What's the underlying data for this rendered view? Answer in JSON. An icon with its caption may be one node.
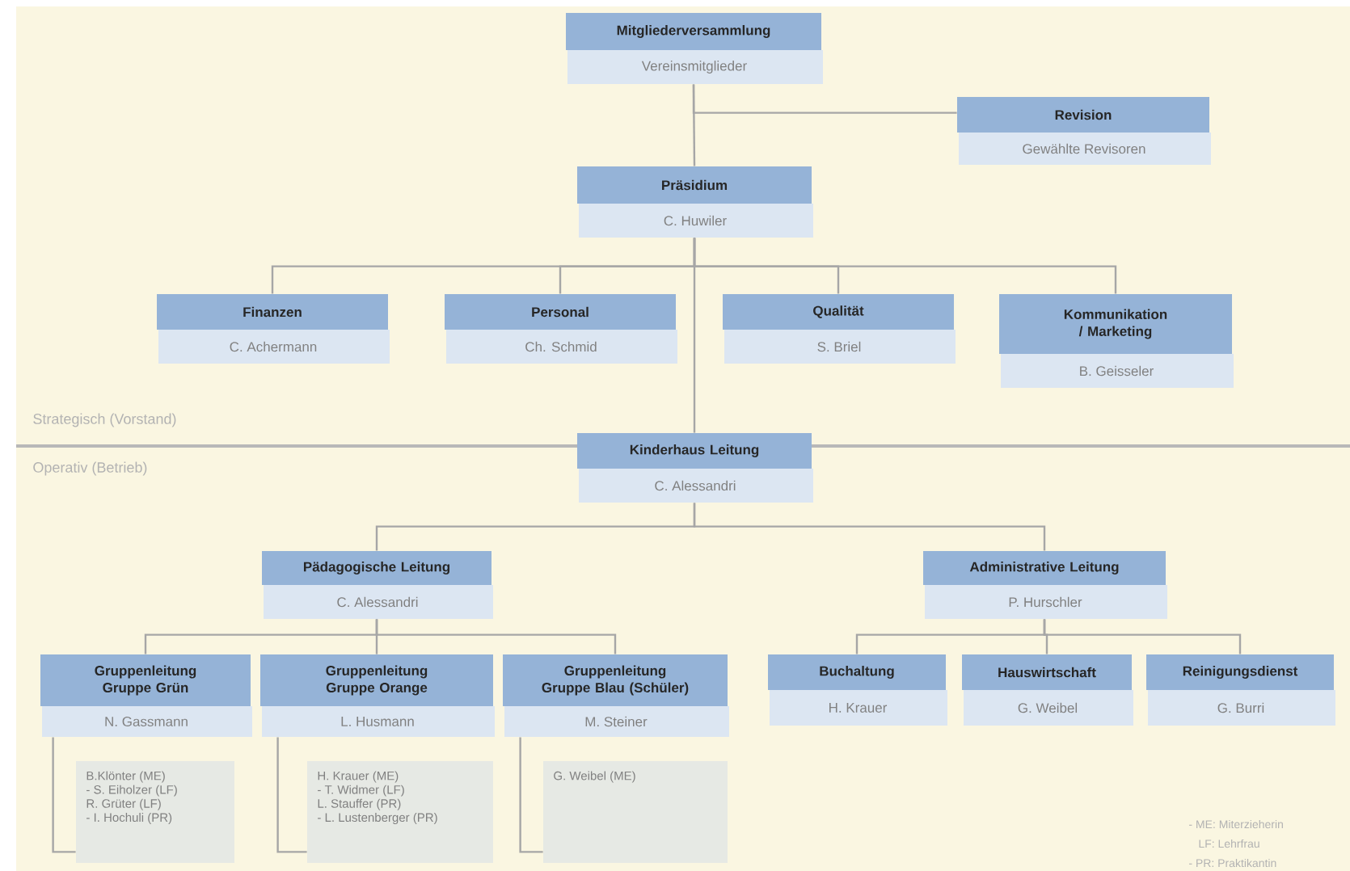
{
  "diagram": {
    "nodes": [
      {
        "text": [
          "Mitgliederversammlung",
          "Vereinsmitglieder"
        ]
      },
      {
        "text": [
          "Revision",
          "Gewählte Revisoren"
        ]
      },
      {
        "text": [
          "Präsidium",
          "C. Huwiler"
        ]
      },
      {
        "text": [
          "Finanzen",
          "C. Achermann"
        ]
      },
      {
        "text": [
          "Personal",
          "Ch. Schmid"
        ]
      },
      {
        "text": [
          "Qualität",
          "S. Briel"
        ]
      },
      {
        "text": [
          "Kommunikation / Marketing",
          "B. Geisseler"
        ]
      },
      {
        "text": [
          "Kinderhaus Leitung",
          "C. Alessandri"
        ]
      },
      {
        "text": [
          "Pädagogische Leitung",
          "C. Alessandri"
        ]
      },
      {
        "text": [
          "Administrative Leitung",
          "P. Hurschler"
        ]
      },
      {
        "text": [
          "Gruppenleitung",
          "Gruppe Grün",
          "N. Gassmann"
        ]
      },
      {
        "text": [
          "Gruppenleitung",
          "Gruppe Orange",
          "L. Husmann"
        ]
      },
      {
        "text": [
          "Gruppenleitung",
          "Gruppe Blau (Schüler)",
          "M. Steiner"
        ]
      },
      {
        "text": [
          "Buchaltung",
          "H. Krauer"
        ]
      },
      {
        "text": [
          "Hauswirtschaft",
          "G. Weibel"
        ]
      },
      {
        "text": [
          "Reinigungsdienst",
          "G. Burri"
        ]
      },
      {
        "text": [
          "B.Klönter (ME)",
          "- S. Eiholzer (LF)",
          "R. Grüter (LF)",
          "- I. Hochuli (PR)"
        ]
      },
      {
        "text": [
          "H. Krauer (ME)",
          "- T. Widmer (LF)",
          "L. Stauffer (PR)",
          "- L. Lustenberger (PR)"
        ]
      },
      {
        "text": [
          "G. Weibel (ME)"
        ]
      }
    ],
    "edges": [
      {
        "from": 0,
        "to": 2,
        "arrow": "none"
      },
      {
        "from": 0,
        "to": 1,
        "arrow": "none"
      },
      {
        "from": 2,
        "to": 3,
        "arrow": "none"
      },
      {
        "from": 2,
        "to": 4,
        "arrow": "none"
      },
      {
        "from": 2,
        "to": 5,
        "arrow": "none"
      },
      {
        "from": 2,
        "to": 6,
        "arrow": "none"
      },
      {
        "from": 2,
        "to": 7,
        "arrow": "none"
      },
      {
        "from": 7,
        "to": 8,
        "arrow": "none"
      },
      {
        "from": 7,
        "to": 9,
        "arrow": "none"
      },
      {
        "from": 8,
        "to": 10,
        "arrow": "none"
      },
      {
        "from": 8,
        "to": 11,
        "arrow": "none"
      },
      {
        "from": 8,
        "to": 12,
        "arrow": "none"
      },
      {
        "from": 9,
        "to": 13,
        "arrow": "none"
      },
      {
        "from": 9,
        "to": 14,
        "arrow": "none"
      },
      {
        "from": 9,
        "to": 15,
        "arrow": "none"
      },
      {
        "from": 10,
        "to": 16,
        "arrow": "none"
      },
      {
        "from": 11,
        "to": 17,
        "arrow": "none"
      },
      {
        "from": 12,
        "to": 18,
        "arrow": "none"
      }
    ],
    "labels": [
      "Strategisch (Vorstand)",
      "Operativ (Betrieb)",
      "- ME: Miterzieherin",
      "LF: Lehrfrau",
      "- PR: Praktikantin"
    ]
  }
}
